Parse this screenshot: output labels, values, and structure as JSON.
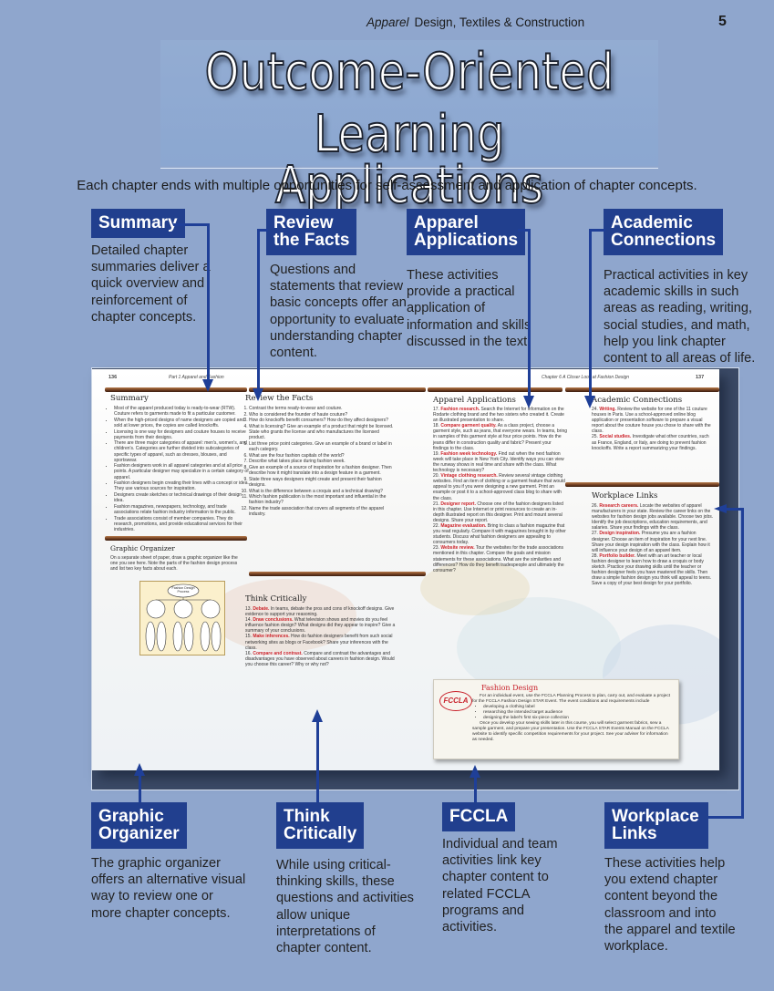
{
  "header": {
    "book_title_italic": "Apparel",
    "book_subtitle": "Design, Textiles & Construction",
    "page_number": "5"
  },
  "title": {
    "line1": "Outcome-Oriented",
    "line2": "Learning Applications"
  },
  "intro": "Each chapter ends with multiple opportunities for self-assessment and application of chapter concepts.",
  "callouts": {
    "summary": {
      "label": "Summary",
      "description": "Detailed chapter summaries deliver a quick overview and reinforcement of chapter concepts."
    },
    "review": {
      "label_line1": "Review",
      "label_line2": "the Facts",
      "description": "Questions and statements that review basic concepts offer an opportunity to evaluate understanding chapter content."
    },
    "apparel": {
      "label_line1": "Apparel",
      "label_line2": "Applications",
      "description": "These activities provide a practical application of information and skills discussed in the text."
    },
    "academic": {
      "label_line1": "Academic",
      "label_line2": "Connections",
      "description": "Practical activities in key academic skills in such areas as reading, writing, social studies, and math, help you link chapter content to all areas of life."
    },
    "graphic": {
      "label_line1": "Graphic",
      "label_line2": "Organizer",
      "description": "The graphic organizer offers an alternative visual way to review one or more chapter concepts."
    },
    "think": {
      "label_line1": "Think",
      "label_line2": "Critically",
      "description": "While using critical-thinking skills, these questions and activities allow unique interpretations of chapter content."
    },
    "fccla": {
      "label": "FCCLA",
      "description": "Individual and team activities link key chapter content to related FCCLA programs and activities."
    },
    "workplace": {
      "label_line1": "Workplace",
      "label_line2": "Links",
      "description": "These activities help you extend chapter content beyond the classroom and into the apparel and textile workplace."
    }
  },
  "spread": {
    "left_page_number": "136",
    "left_running_head": "Part 1   Apparel and Fashion",
    "right_running_head": "Chapter 6   A Closer Look at Fashion Design",
    "right_page_number": "137",
    "summary": {
      "title": "Summary",
      "bullets": [
        "Most of the apparel produced today is ready-to-wear (RTW). Couture refers to garments made to fit a particular customer.",
        "When the high-priced designs of name designers are copied and sold at lower prices, the copies are called knockoffs.",
        "Licensing is one way for designers and couture houses to receive payments from their designs.",
        "There are three major categories of apparel: men's, women's, and children's. Categories are further divided into subcategories of specific types of apparel, such as dresses, blouses, and sportswear.",
        "Fashion designers work in all apparel categories and at all price points. A particular designer may specialize in a certain category of apparel.",
        "Fashion designers begin creating their lines with a concept or idea. They use various sources for inspiration.",
        "Designers create sketches or technical drawings of their design idea.",
        "Fashion magazines, newspapers, technology, and trade associations relate fashion industry information to the public.",
        "Trade associations consist of member companies. They do research, promotions, and provide educational services for their industries."
      ]
    },
    "graphic_organizer": {
      "title": "Graphic Organizer",
      "text": "On a separate sheet of paper, draw a graphic organizer like the one you see here. Note the parts of the fashion design process and list two key facts about each.",
      "diagram_root": "Fashion Design Process"
    },
    "review_facts": {
      "title": "Review the Facts",
      "items": [
        "Contrast the terms ready-to-wear and couture.",
        "Who is considered the founder of haute couture?",
        "How do knockoffs benefit consumers? How do they affect designers?",
        "What is licensing? Give an example of a product that might be licensed. State who grants the license and who manufactures the licensed product.",
        "List three price point categories. Give an example of a brand or label in each category.",
        "What are the four fashion capitals of the world?",
        "Describe what takes place during fashion week.",
        "Give an example of a source of inspiration for a fashion designer. Then describe how it might translate into a design feature in a garment.",
        "State three ways designers might create and present their fashion designs.",
        "What is the difference between a croquis and a technical drawing?",
        "Which fashion publication is the most important and influential in the fashion industry?",
        "Name the trade association that covers all segments of the apparel industry."
      ]
    },
    "think_critically": {
      "title": "Think Critically",
      "items": [
        {
          "num": "13.",
          "kw": "Debate.",
          "text": " In teams, debate the pros and cons of knockoff designs. Give evidence to support your reasoning."
        },
        {
          "num": "14.",
          "kw": "Draw conclusions.",
          "text": " What television shows and movies do you feel influence fashion design? What designs did they appear to inspire? Give a summary of your conclusions."
        },
        {
          "num": "15.",
          "kw": "Make inferences.",
          "text": " How do fashion designers benefit from such social networking sites as blogs or Facebook? Share your inferences with the class."
        },
        {
          "num": "16.",
          "kw": "Compare and contrast.",
          "text": " Compare and contrast the advantages and disadvantages you have observed about careers in fashion design. Would you choose this career? Why or why not?"
        }
      ]
    },
    "apparel_applications": {
      "title": "Apparel Applications",
      "items": [
        {
          "num": "17.",
          "kw": "Fashion research.",
          "text": " Search the Internet for information on the Rodarte clothing brand and the two sisters who created it. Create an illustrated presentation to share."
        },
        {
          "num": "18.",
          "kw": "Compare garment quality.",
          "text": " As a class project, choose a garment style, such as jeans, that everyone wears. In teams, bring in samples of this garment style at four price points. How do the jeans differ in construction quality and fabric? Present your findings to the class."
        },
        {
          "num": "19.",
          "kw": "Fashion week technology.",
          "text": " Find out when the next fashion week will take place in New York City. Identify ways you can view the runway shows in real time and share with the class. What technology is necessary?"
        },
        {
          "num": "20.",
          "kw": "Vintage clothing research.",
          "text": " Review several vintage clothing websites. Find an item of clothing or a garment feature that would appeal to you if you were designing a new garment. Print an example or post it to a school-approved class blog to share with the class."
        },
        {
          "num": "21.",
          "kw": "Designer report.",
          "text": " Choose one of the fashion designers listed in this chapter. Use Internet or print resources to create an in-depth illustrated report on this designer. Print and mount several designs. Share your report."
        },
        {
          "num": "22.",
          "kw": "Magazine evaluation.",
          "text": " Bring to class a fashion magazine that you read regularly. Compare it with magazines brought in by other students. Discuss what fashion designers are appealing to consumers today."
        },
        {
          "num": "23.",
          "kw": "Website review.",
          "text": " Tour the websites for the trade associations mentioned in this chapter. Compare the goals and mission statements for these associations. What are the similarities and differences? How do they benefit tradespeople and ultimately the consumer?"
        }
      ]
    },
    "academic_connections": {
      "title": "Academic Connections",
      "items": [
        {
          "num": "24.",
          "kw": "Writing.",
          "text": " Review the website for one of the 11 couture houses in Paris. Use a school-approved online blog application or presentation software to prepare a visual report about the couture house you chose to share with the class."
        },
        {
          "num": "25.",
          "kw": "Social studies.",
          "text": " Investigate what other countries, such as France, England, or Italy, are doing to prevent fashion knockoffs. Write a report summarizing your findings."
        }
      ]
    },
    "workplace_links": {
      "title": "Workplace Links",
      "items": [
        {
          "num": "26.",
          "kw": "Research careers.",
          "text": " Locate the websites of apparel manufacturers in your state. Review the career links on the websites for fashion design jobs available. Choose two jobs. Identify the job descriptions, education requirements, and salaries. Share your findings with the class."
        },
        {
          "num": "27.",
          "kw": "Design inspiration.",
          "text": " Presume you are a fashion designer. Choose an item of inspiration for your next line. Share your design inspiration with the class. Explain how it will influence your design of an apparel item."
        },
        {
          "num": "28.",
          "kw": "Portfolio builder.",
          "text": " Meet with an art teacher or local fashion designer to learn how to draw a croquis or body sketch. Practice your drawing skills until the teacher or fashion designer feels you have mastered the skills. Then draw a simple fashion design you think will appeal to teens. Save a copy of your best design for your portfolio."
        }
      ]
    },
    "fccla_box": {
      "logo": "FCCLA",
      "title": "Fashion Design",
      "para1": "For an individual event, use the FCCLA Planning Process to plan, carry out, and evaluate a project for the FCCLA Fashion Design STAR Event. The event conditions and requirements include",
      "bullets": [
        "developing a clothing label",
        "researching the intended target audience",
        "designing the label's first six-piece collection"
      ],
      "para2": "Once you develop your sewing skills later in this course, you will select garment fabrics, sew a sample garment, and prepare your presentation. Use the FCCLA STAR Events Manual on the FCCLA website to identify specific competition requirements for your project. See your adviser for information as needed."
    }
  },
  "colors": {
    "page_background": "#8fa6cd",
    "label_background": "#213f8e",
    "connector": "#1f3f97",
    "keyword_red": "#cc2229",
    "rule_brown": "#6a3a1e"
  }
}
